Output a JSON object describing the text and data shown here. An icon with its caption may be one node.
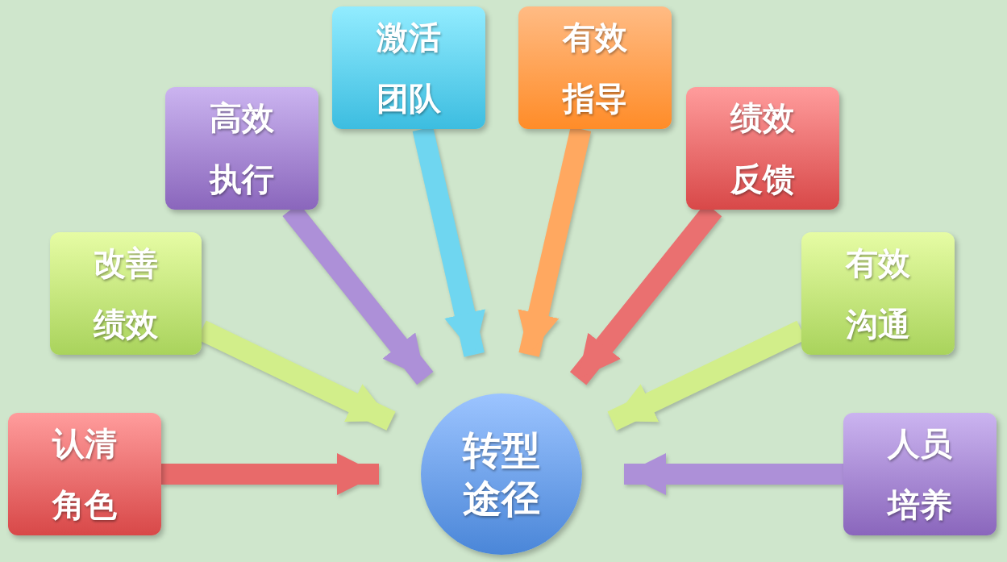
{
  "diagram": {
    "nodes": [
      {
        "text": [
          "认清角色"
        ]
      },
      {
        "text": [
          "改善绩效"
        ]
      },
      {
        "text": [
          "高效执行"
        ]
      },
      {
        "text": [
          "激活团队"
        ]
      },
      {
        "text": [
          "有效指导"
        ]
      },
      {
        "text": [
          "绩效反馈"
        ]
      },
      {
        "text": [
          "有效沟通"
        ]
      },
      {
        "text": [
          "人员培养"
        ]
      },
      {
        "text": [
          "转型途径"
        ]
      }
    ],
    "edges": [
      {
        "from": 0,
        "to": 8,
        "arrow": "to",
        "color": "#e86a6a"
      },
      {
        "from": 1,
        "to": 8,
        "arrow": "to",
        "color": "#d2ee8a"
      },
      {
        "from": 2,
        "to": 8,
        "arrow": "to",
        "color": "#ad90d8"
      },
      {
        "from": 3,
        "to": 8,
        "arrow": "to",
        "color": "#6fd6f0"
      },
      {
        "from": 4,
        "to": 8,
        "arrow": "to",
        "color": "#ffa860"
      },
      {
        "from": 5,
        "to": 8,
        "arrow": "to",
        "color": "#ea7070"
      },
      {
        "from": 6,
        "to": 8,
        "arrow": "to",
        "color": "#d2ee8a"
      },
      {
        "from": 7,
        "to": 8,
        "arrow": "to",
        "color": "#ad90d8"
      }
    ]
  }
}
